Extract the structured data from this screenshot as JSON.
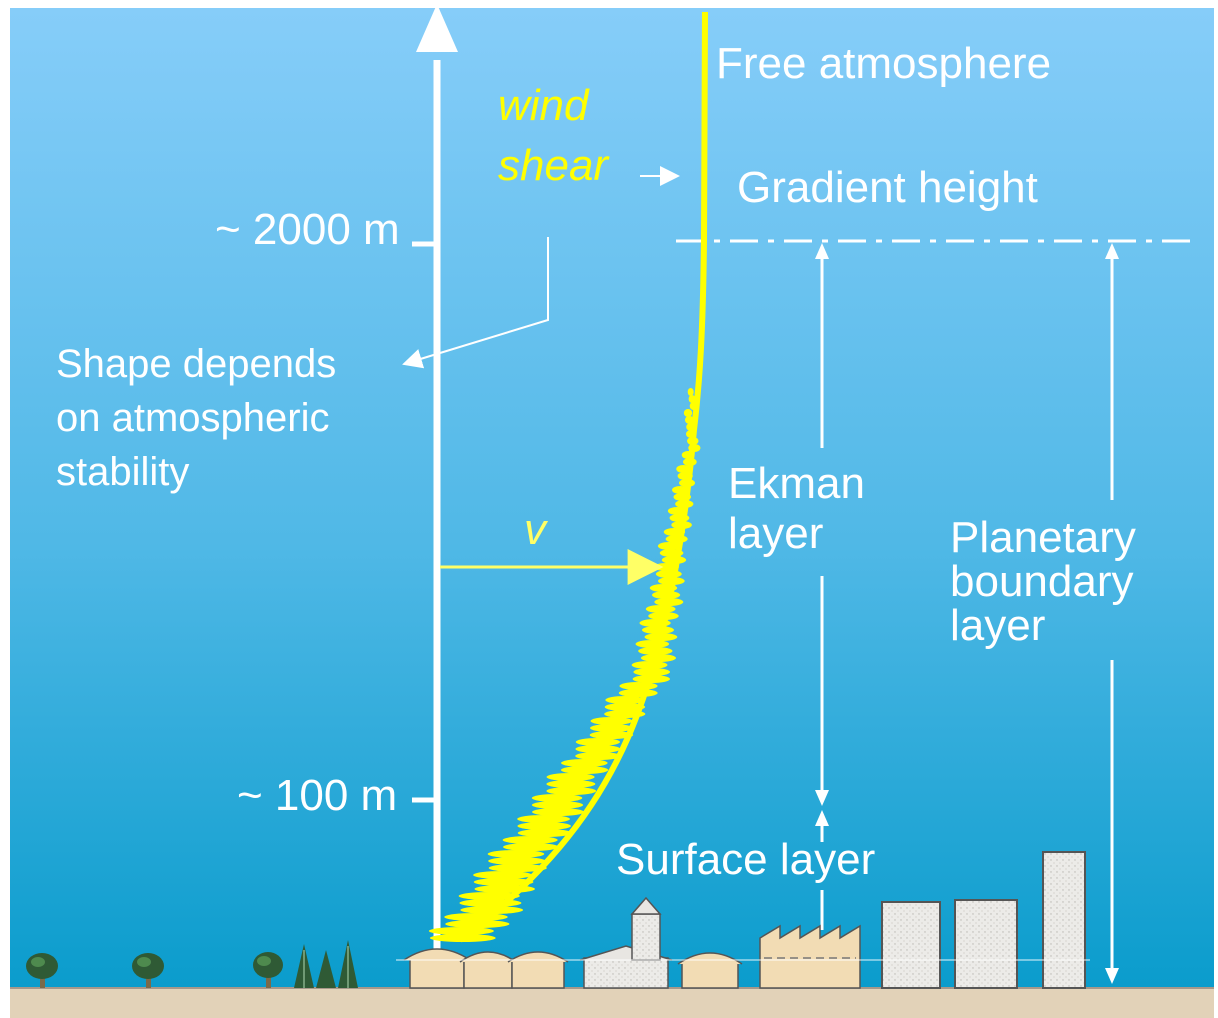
{
  "colors": {
    "sky_top": "#86cdf9",
    "sky_bottom": "#0a9ccc",
    "ground": "#e2d2b8",
    "profile": "#ffff00",
    "text": "#ffffff",
    "building_light": "#e8e6e2",
    "building_tan": "#f2dcb4"
  },
  "labels": {
    "free_atmosphere": "Free atmosphere",
    "gradient_height": "Gradient height",
    "wind_shear_1": "wind",
    "wind_shear_2": "shear",
    "height_2000": "~ 2000 m",
    "height_100": "~ 100 m",
    "shape_line1": "Shape depends",
    "shape_line2": "on atmospheric",
    "shape_line3": "stability",
    "velocity": "v",
    "ekman_1": "Ekman",
    "ekman_2": "layer",
    "pbl_1": "Planetary",
    "pbl_2": "boundary",
    "pbl_3": "layer",
    "surface_layer": "Surface layer"
  },
  "icons": [
    "tree-icon",
    "conifer-icon",
    "house-icon",
    "factory-icon",
    "tower-icon",
    "skyscraper-icon"
  ]
}
